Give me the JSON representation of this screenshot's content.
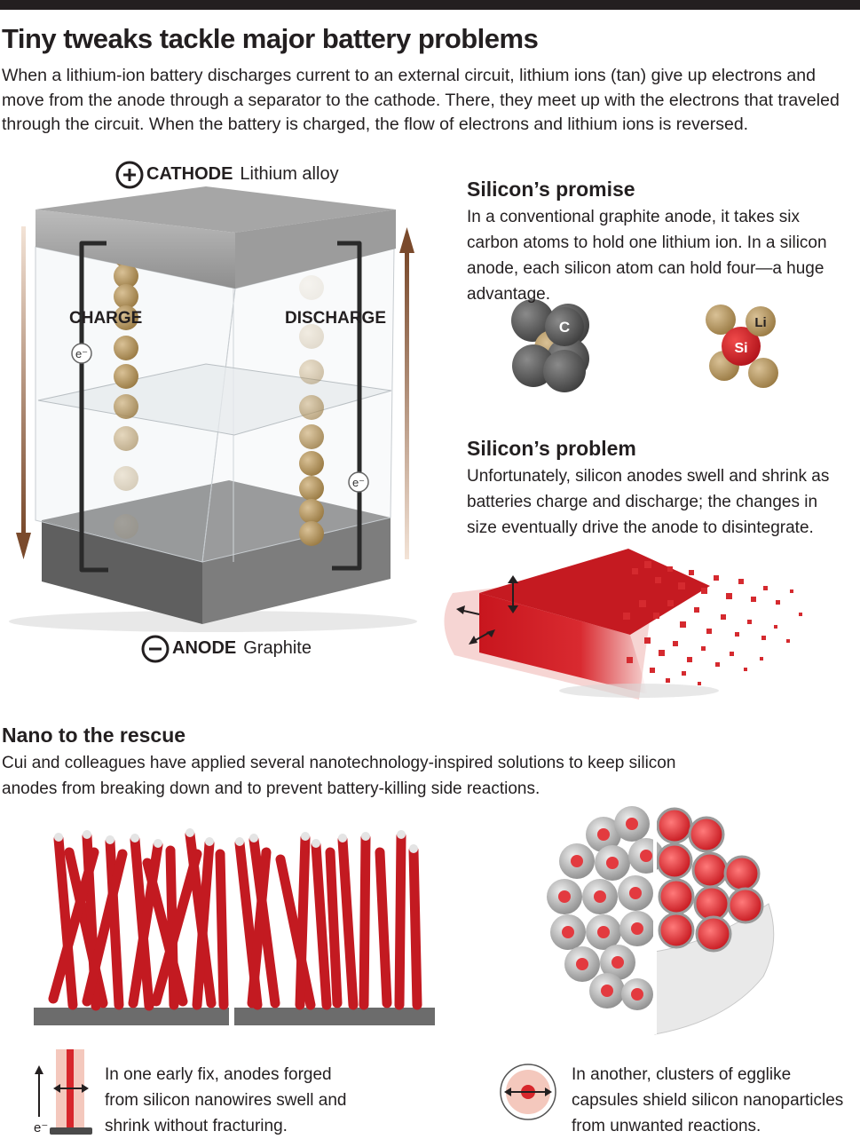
{
  "header": {
    "title": "Tiny tweaks tackle major battery problems",
    "intro": "When a lithium-ion battery discharges current to an external circuit, lithium ions (tan) give up electrons and move from the anode through a separator to the cathode. There, they meet up with the electrons that traveled through the circuit. When the battery is charged, the flow of electrons and lithium ions is reversed."
  },
  "battery": {
    "cathode_symbol": "+",
    "cathode_label": "CATHODE",
    "cathode_material": "Lithium alloy",
    "anode_symbol": "−",
    "anode_label": "ANODE",
    "anode_material": "Graphite",
    "charge_label": "CHARGE",
    "discharge_label": "DISCHARGE",
    "electron_label": "e⁻"
  },
  "promise": {
    "heading": "Silicon’s promise",
    "text": "In a conventional graphite anode, it takes six carbon atoms to hold one lithium ion. In a silicon anode, each silicon atom can hold four—a huge advantage.",
    "carbon_label": "C",
    "silicon_label": "Si",
    "lithium_label": "Li"
  },
  "problem": {
    "heading": "Silicon’s problem",
    "text": "Unfortunately, silicon anodes swell and shrink as batteries charge and discharge; the changes in size eventually drive the anode to disintegrate."
  },
  "nano": {
    "heading": "Nano to the rescue",
    "text": "Cui and colleagues have applied several nanotechnology-inspired solutions to keep silicon anodes from breaking down and to prevent battery-killing side reactions.",
    "nanowire_caption": "In one early fix, anodes forged from silicon nanowires swell and shrink without fracturing.",
    "nanowire_electron": "e⁻",
    "egg_caption": "In another, clusters of egglike capsules shield silicon nanoparticles from unwanted reactions."
  },
  "colors": {
    "silicon_red": "#d7262b",
    "lithium_tan": "#b09257",
    "carbon_gray": "#5b5b5b",
    "arrow_brown": "#7a4a2c"
  }
}
